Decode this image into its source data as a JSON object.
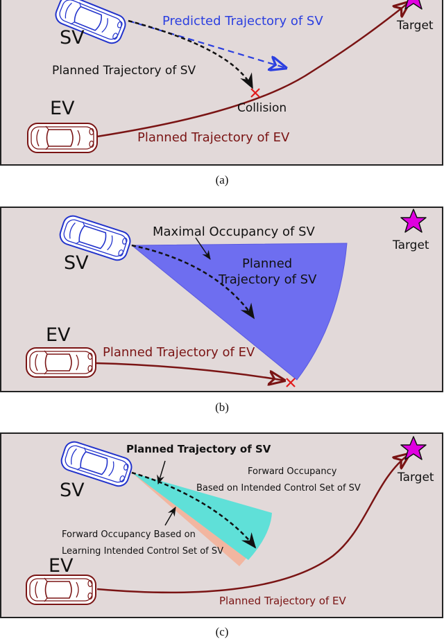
{
  "colors": {
    "background": "#e2d9d9",
    "frame": "#222222",
    "ev": "#7a1414",
    "sv": "#2233cc",
    "predicted": "#2b3fe0",
    "planned_sv": "#111111",
    "max_occupancy": "#6e6ef0",
    "forward_occupancy": "#5fe0d8",
    "learning_occupancy": "#f2b6a0",
    "target_star": "#e000e0",
    "collision": "#e21b1b"
  },
  "panel_a": {
    "sv_label": "SV",
    "ev_label": "EV",
    "target_label": "Target",
    "predicted_label": "Predicted Trajectory of SV",
    "planned_sv_label": "Planned Trajectory of SV",
    "collision_label": "Collision",
    "planned_ev_label": "Planned Trajectory of EV",
    "caption": "(a)"
  },
  "panel_b": {
    "sv_label": "SV",
    "ev_label": "EV",
    "target_label": "Target",
    "max_occupancy_label": "Maximal Occupancy of SV",
    "planned_sv_label_1": "Planned",
    "planned_sv_label_2": "Trajectory of SV",
    "planned_ev_label": "Planned Trajectory of EV",
    "caption": "(b)"
  },
  "panel_c": {
    "sv_label": "SV",
    "ev_label": "EV",
    "target_label": "Target",
    "planned_sv_label": "Planned Trajectory of SV",
    "forward_occ_label_1": "Forward Occupancy",
    "forward_occ_label_2": "Based on Intended Control Set of SV",
    "learning_occ_label_1": "Forward Occupancy Based on",
    "learning_occ_label_2": "Learning Intended Control Set of SV",
    "planned_ev_label": "Planned Trajectory of EV",
    "caption": "(c)"
  }
}
